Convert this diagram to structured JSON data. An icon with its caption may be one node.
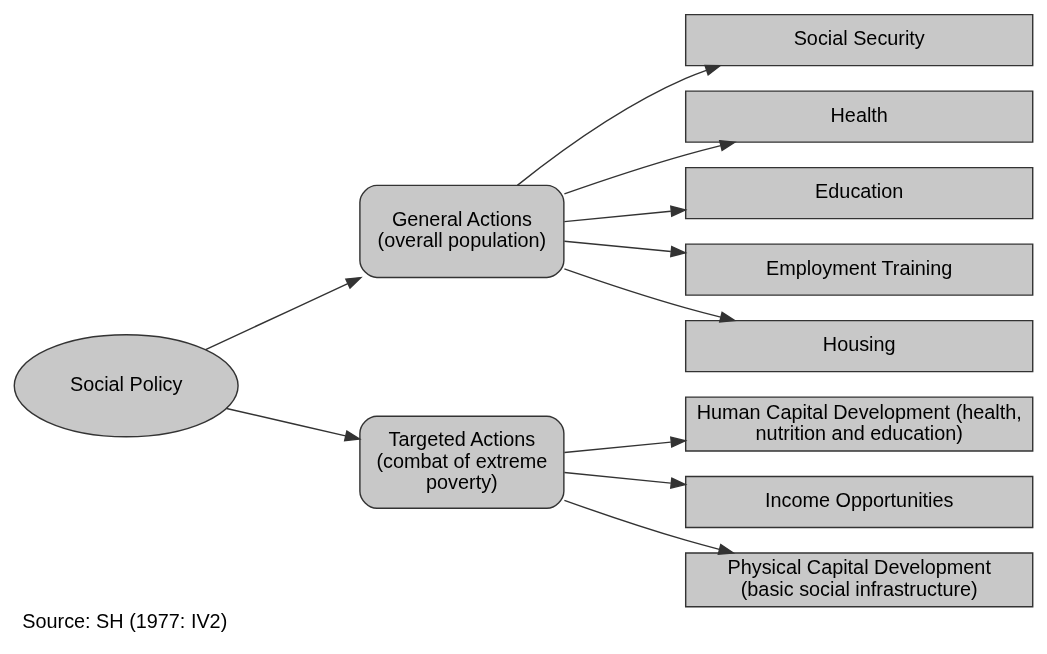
{
  "diagram": {
    "caption": "Source: SH (1977: IV2)",
    "nodes": [
      {
        "text": [
          "Social Policy"
        ]
      },
      {
        "text": [
          "General Actions (overall population)"
        ]
      },
      {
        "text": [
          "Targeted Actions (combat of extreme poverty)"
        ]
      },
      {
        "text": [
          "Social Security"
        ]
      },
      {
        "text": [
          "Health"
        ]
      },
      {
        "text": [
          "Education"
        ]
      },
      {
        "text": [
          "Employment Training"
        ]
      },
      {
        "text": [
          "Housing"
        ]
      },
      {
        "text": [
          "Human Capital Development (health, nutrition and education)"
        ]
      },
      {
        "text": [
          "Income Opportunities"
        ]
      },
      {
        "text": [
          "Physical Capital Development (basic social infrastructure)"
        ]
      }
    ],
    "edges": [
      {
        "from": 0,
        "to": 1,
        "arrow": "to"
      },
      {
        "from": 0,
        "to": 2,
        "arrow": "to"
      },
      {
        "from": 1,
        "to": 3,
        "arrow": "to"
      },
      {
        "from": 1,
        "to": 4,
        "arrow": "to"
      },
      {
        "from": 1,
        "to": 5,
        "arrow": "to"
      },
      {
        "from": 1,
        "to": 6,
        "arrow": "to"
      },
      {
        "from": 1,
        "to": 7,
        "arrow": "to"
      },
      {
        "from": 2,
        "to": 8,
        "arrow": "to"
      },
      {
        "from": 2,
        "to": 9,
        "arrow": "to"
      },
      {
        "from": 2,
        "to": 10,
        "arrow": "to"
      }
    ]
  }
}
